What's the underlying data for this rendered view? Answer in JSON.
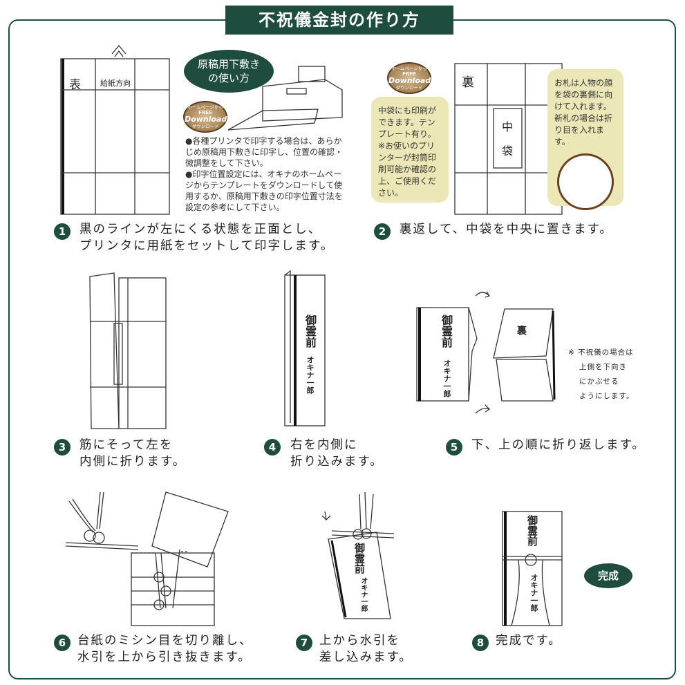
{
  "title": "不祝儀金封の作り方",
  "accent_color": "#1e4d3f",
  "callout_color": "#ece7b6",
  "download_badge": {
    "line1": "ホームページから",
    "line2": "FREE",
    "line3": "Download",
    "line4": "ダウンロード"
  },
  "step1": {
    "number": "1",
    "lines": [
      "黒のラインが左にくる状態を正面とし、",
      "プリンタに用紙をセットして印字します。"
    ],
    "sheet_front": "表",
    "feed_direction": "給紙方向",
    "bubble": [
      "原稿用下敷き",
      "の使い方"
    ],
    "bullets": [
      "●各種プリンタで印字する場合は、あらかじめ原稿用下敷きに印字し、位置の確認・微調整をして下さい。",
      "●印字位置設定には、オキナのホームページからテンプレートをダウンロードして使用するか、原稿用下敷きの印字位置寸法を設定の参考にして下さい。"
    ]
  },
  "step2": {
    "number": "2",
    "lines": [
      "裏返して、中袋を中央に置きます。"
    ],
    "sheet_back": "裏",
    "inner_bag": [
      "中",
      "袋"
    ],
    "callout_left": "中袋にも印刷ができます。テンプレート有り。※お使いのプリンターが封筒印刷可能か確認の上、ご使用ください。",
    "callout_right": "お札は人物の顔を袋の裏側に向けて入れます。新札の場合は折り目を入れます。"
  },
  "step3": {
    "number": "3",
    "lines": [
      "筋にそって左を",
      "内側に折ります。"
    ]
  },
  "step4": {
    "number": "4",
    "lines": [
      "右を内側に",
      "折り込みます。"
    ]
  },
  "envelope": {
    "heading": "御霊前",
    "name": "オキナ一郎",
    "back": "裏"
  },
  "step5": {
    "number": "5",
    "lines": [
      "下、上の順に折り返します。"
    ],
    "note": [
      "※ 不祝儀の場合は",
      "上側を下向き",
      "にかぶせる",
      "ようにします。"
    ]
  },
  "step6": {
    "number": "6",
    "lines": [
      "台紙のミシン目を切り離し、",
      "水引を上から引き抜きます。"
    ]
  },
  "step7": {
    "number": "7",
    "lines": [
      "上から水引を",
      "差し込みます。"
    ]
  },
  "step8": {
    "number": "8",
    "lines": [
      "完成です。"
    ],
    "badge": "完成"
  }
}
